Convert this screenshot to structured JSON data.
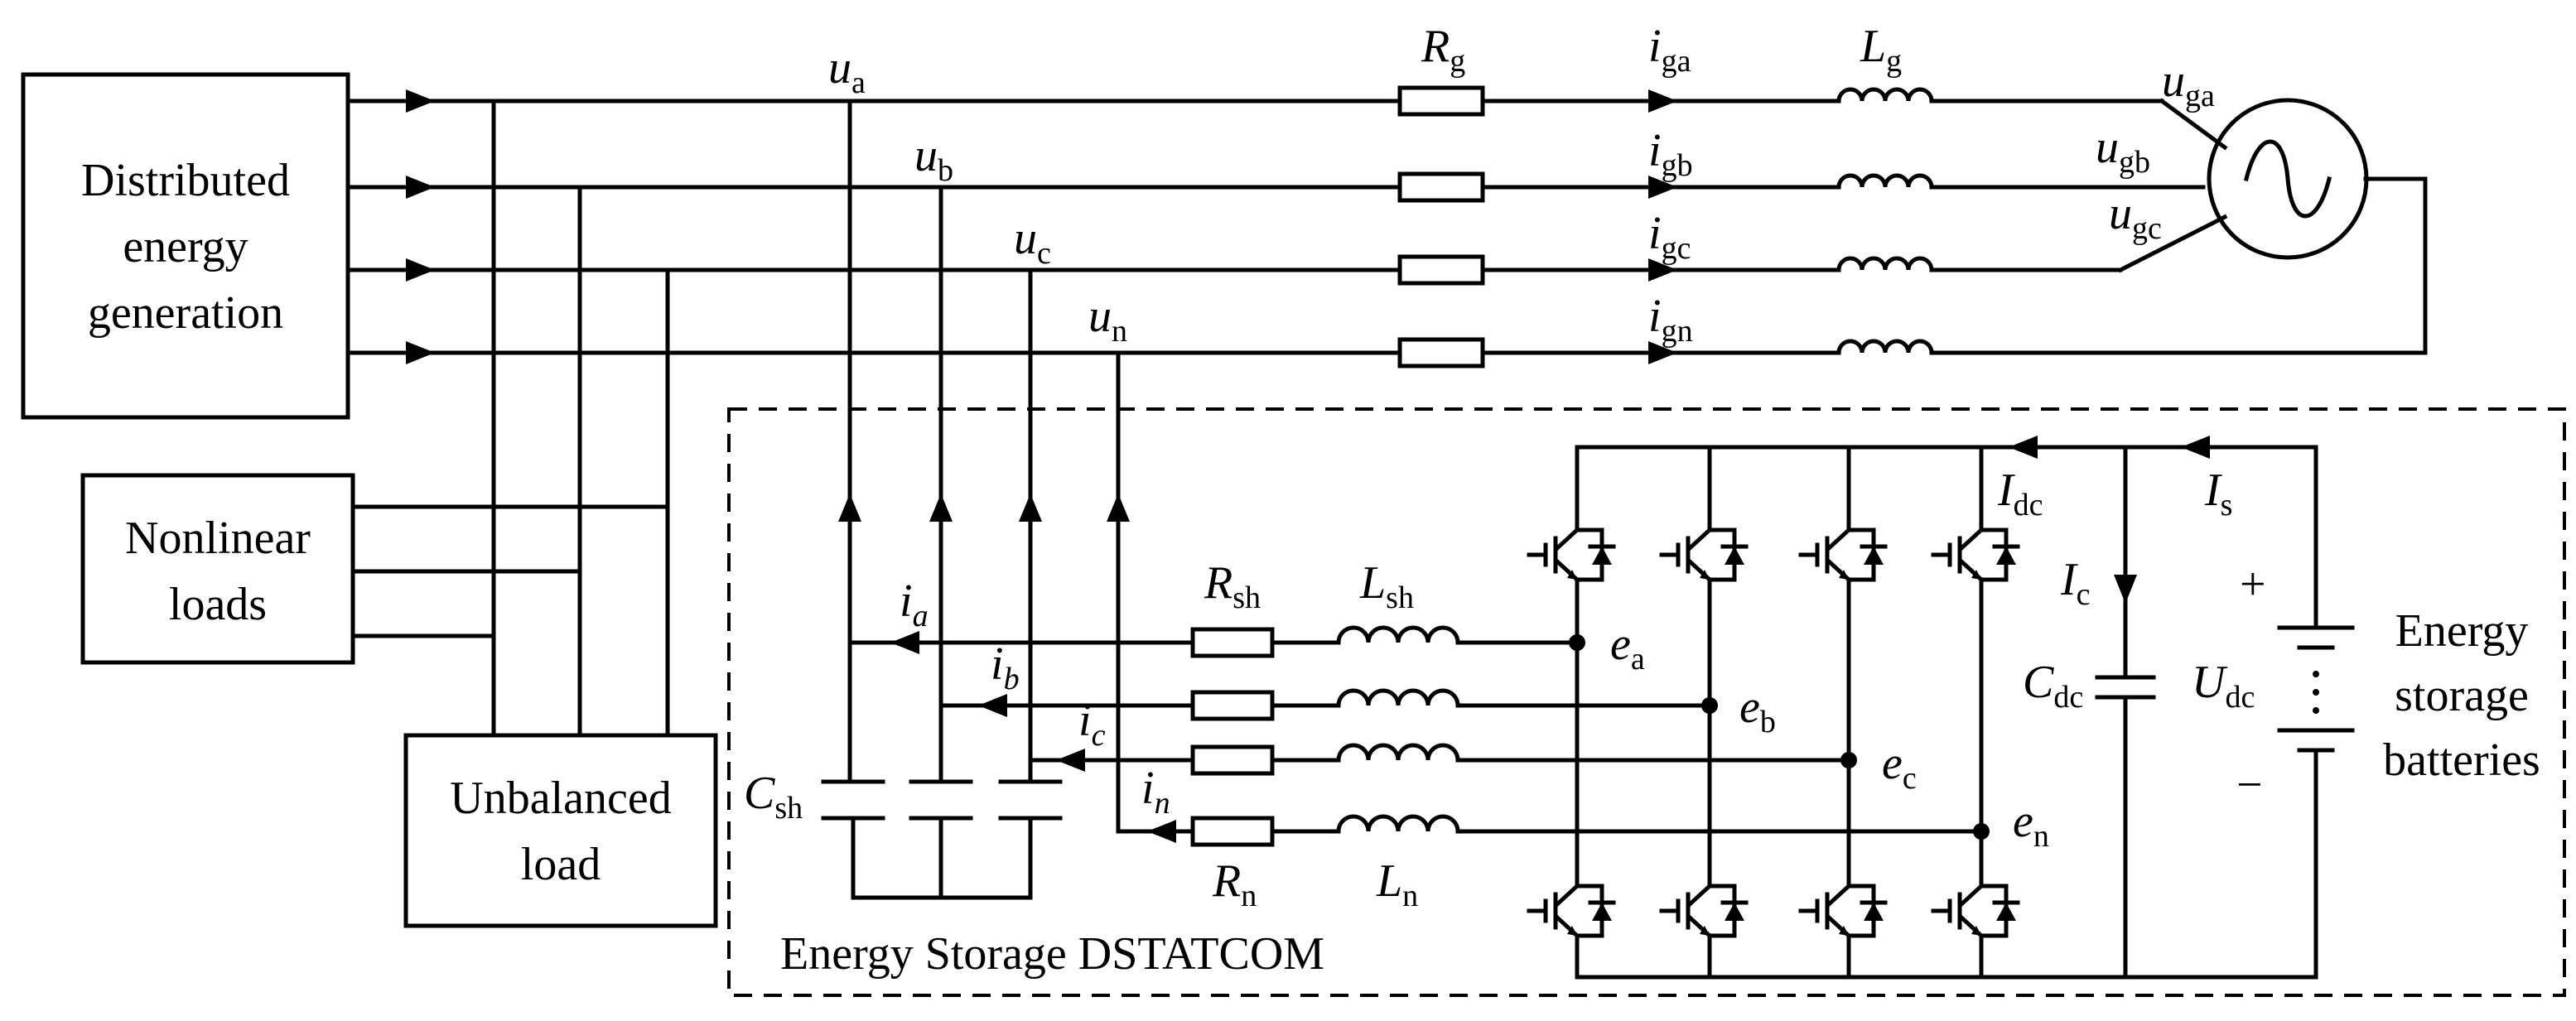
{
  "blocks": {
    "deg_lines": [
      "Distributed",
      "energy",
      "generation"
    ],
    "nonlinear_lines": [
      "Nonlinear",
      "loads"
    ],
    "unbalanced_lines": [
      "Unbalanced",
      "load"
    ],
    "storage_lines": [
      "Energy",
      "storage",
      "batteries"
    ],
    "dstatcom_title": "Energy Storage DSTATCOM"
  },
  "phases": [
    {
      "u": "u",
      "u_sub": "a",
      "ig": "i",
      "ig_sub": "ga",
      "ug": "u",
      "ug_sub": "ga",
      "i": "i",
      "i_sub": "a",
      "e": "e",
      "e_sub": "a"
    },
    {
      "u": "u",
      "u_sub": "b",
      "ig": "i",
      "ig_sub": "gb",
      "ug": "u",
      "ug_sub": "gb",
      "i": "i",
      "i_sub": "b",
      "e": "e",
      "e_sub": "b"
    },
    {
      "u": "u",
      "u_sub": "c",
      "ig": "i",
      "ig_sub": "gc",
      "ug": "u",
      "ug_sub": "gc",
      "i": "i",
      "i_sub": "c",
      "e": "e",
      "e_sub": "c"
    },
    {
      "u": "u",
      "u_sub": "n",
      "ig": "i",
      "ig_sub": "gn",
      "i": "i",
      "i_sub": "n",
      "e": "e",
      "e_sub": "n"
    }
  ],
  "components": {
    "Rg": {
      "main": "R",
      "sub": "g"
    },
    "Lg": {
      "main": "L",
      "sub": "g"
    },
    "Rsh": {
      "main": "R",
      "sub": "sh"
    },
    "Lsh": {
      "main": "L",
      "sub": "sh"
    },
    "Rn": {
      "main": "R",
      "sub": "n"
    },
    "Ln": {
      "main": "L",
      "sub": "n"
    },
    "Csh": {
      "main": "C",
      "sub": "sh"
    },
    "Cdc": {
      "main": "C",
      "sub": "dc"
    },
    "Udc": {
      "main": "U",
      "sub": "dc"
    },
    "Idc": {
      "main": "I",
      "sub": "dc"
    },
    "Is": {
      "main": "I",
      "sub": "s"
    },
    "Ic": {
      "main": "I",
      "sub": "c"
    }
  },
  "battery": {
    "plus": "+",
    "minus": "−"
  },
  "colors": {
    "line": "#000000",
    "background": "#ffffff"
  }
}
